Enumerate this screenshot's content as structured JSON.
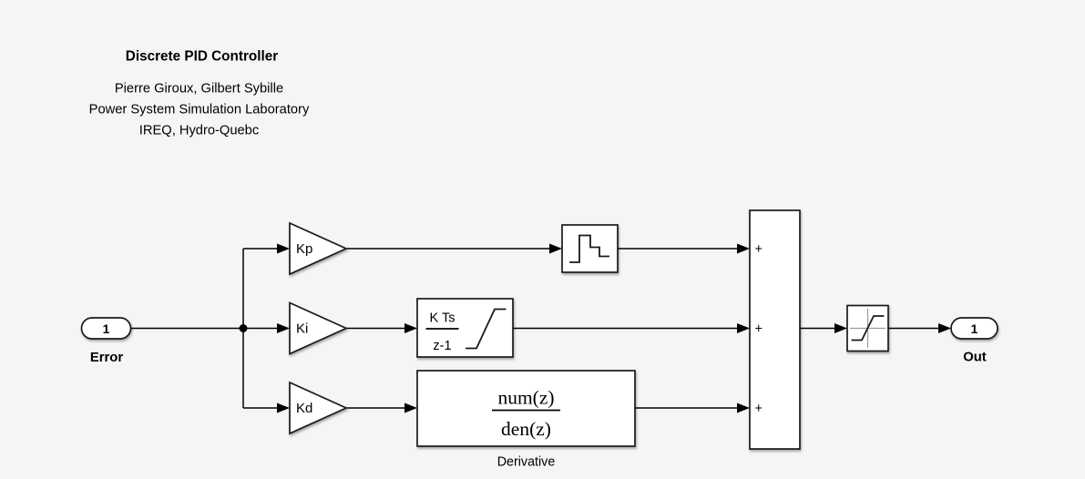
{
  "colors": {
    "background": "#f5f5f4",
    "wire": "#000000",
    "block_fill": "#ffffff",
    "block_border": "#1a1a1a",
    "saturation_axis_gray": "#9b9b9b"
  },
  "annotation": {
    "title": "Discrete PID Controller",
    "lines": [
      "Pierre Giroux, Gilbert Sybille",
      "Power System Simulation Laboratory",
      "IREQ, Hydro-Quebc"
    ]
  },
  "inport": {
    "number": "1",
    "name": "Error"
  },
  "gains": {
    "proportional": "Kp",
    "integral": "Ki",
    "derivative": "Kd"
  },
  "hold_block": {
    "icon": "staircase-pulse-icon"
  },
  "integrator_block": {
    "numerator": "K Ts",
    "denominator": "z-1",
    "icon": "integrator-ramp-icon"
  },
  "derivative_block": {
    "numerator": "num(z)",
    "denominator": "den(z)",
    "name": "Derivative"
  },
  "sum_block": {
    "signs": [
      "+",
      "+",
      "+"
    ]
  },
  "saturation_block": {
    "icon": "saturation-curve-icon"
  },
  "outport": {
    "number": "1",
    "name": "Out"
  }
}
